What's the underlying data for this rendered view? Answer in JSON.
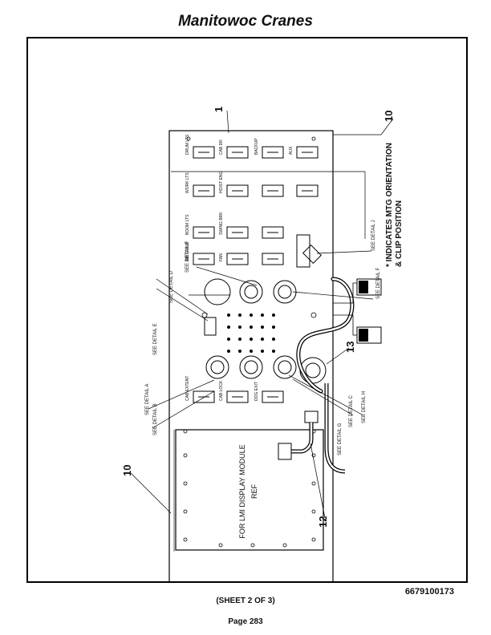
{
  "header": {
    "title": "Manitowoc Cranes"
  },
  "footer": {
    "doc_number": "6679100173",
    "sheet": "(SHEET 2 OF 3)",
    "page": "Page 283"
  },
  "callouts": {
    "c1": "1",
    "c10_top": "10",
    "c10_left": "10",
    "c12": "12",
    "c13": "13"
  },
  "notes": {
    "orientation_line1": "* INDICATES MTG ORIENTATION",
    "orientation_line2": "& CLIP POSITION",
    "lmi_label": "FOR LMI DISPLAY MODULE",
    "lmi_ref": "REF"
  },
  "details": {
    "a": "SEE DETAIL A",
    "b": "SEE DETAIL B",
    "c": "SEE DETAIL C",
    "d": "SEE DETAIL D",
    "e": "SEE DETAIL E",
    "f": "SEE DETAIL F",
    "g": "SEE DETAIL G",
    "h": "SEE DETAIL H",
    "j": "SEE DETAIL J"
  },
  "switch_labels": [
    "DRUM LTS",
    "WORK LTS",
    "BOOM LTS",
    "AIR COND",
    "CAB DR",
    "HOIST ENG",
    "SWING BRK",
    "FAN",
    "CAB EXTENT",
    "CAB LOCK",
    "DOG EXIT",
    "BACKUP",
    "AUX"
  ]
}
